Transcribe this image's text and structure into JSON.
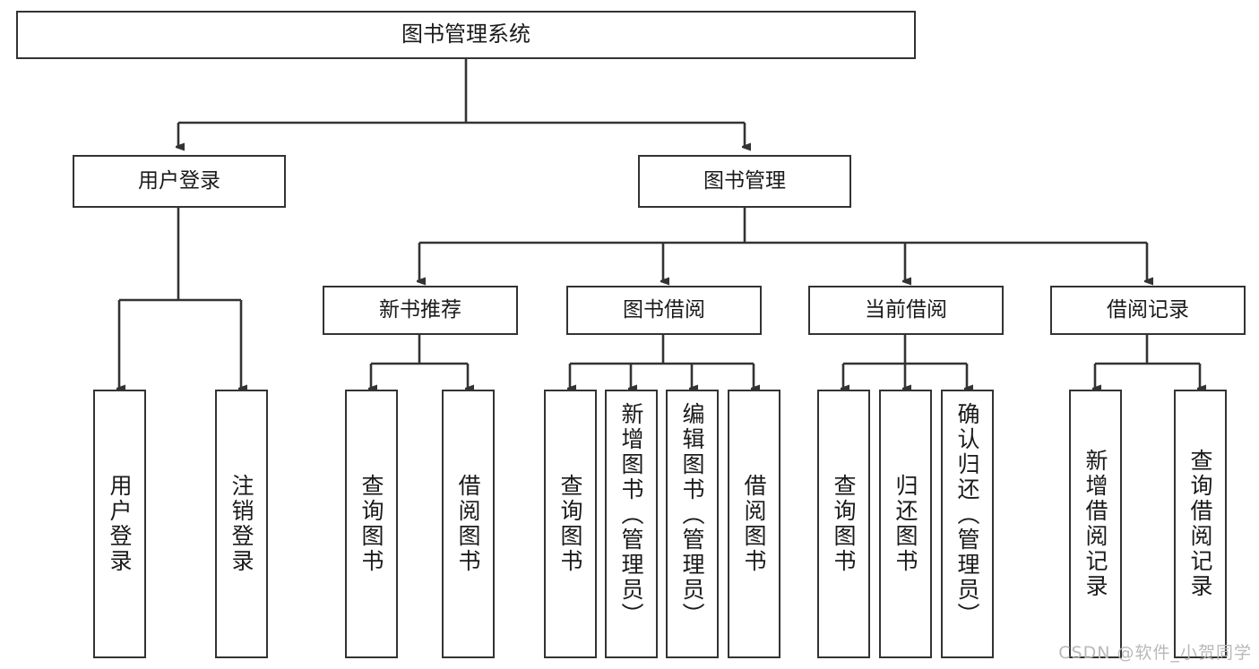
{
  "diagram": {
    "type": "tree",
    "title": "图书管理系统",
    "colors": {
      "stroke": "#333333",
      "fill": "#ffffff",
      "text": "#1a1a1a",
      "watermark": "#b9b9b9"
    },
    "root": {
      "label": "图书管理系统"
    },
    "level1": [
      {
        "label": "用户登录"
      },
      {
        "label": "图书管理"
      }
    ],
    "level2": [
      {
        "label": "新书推荐"
      },
      {
        "label": "图书借阅"
      },
      {
        "label": "当前借阅"
      },
      {
        "label": "借阅记录"
      }
    ],
    "leaves": {
      "user_login": [
        {
          "label": "用户登录"
        },
        {
          "label": "注销登录"
        }
      ],
      "new_book_recommend": [
        {
          "label": "查询图书"
        },
        {
          "label": "借阅图书"
        }
      ],
      "book_borrow": [
        {
          "label": "查询图书"
        },
        {
          "label": "新增图书（管理员）"
        },
        {
          "label": "编辑图书（管理员）"
        },
        {
          "label": "借阅图书"
        }
      ],
      "current_borrow": [
        {
          "label": "查询图书"
        },
        {
          "label": "归还图书"
        },
        {
          "label": "确认归还（管理员）"
        }
      ],
      "borrow_record": [
        {
          "label": "新增借阅记录"
        },
        {
          "label": "查询借阅记录"
        }
      ]
    }
  },
  "watermark": {
    "text": "CSDN @软件_小贺同学"
  }
}
